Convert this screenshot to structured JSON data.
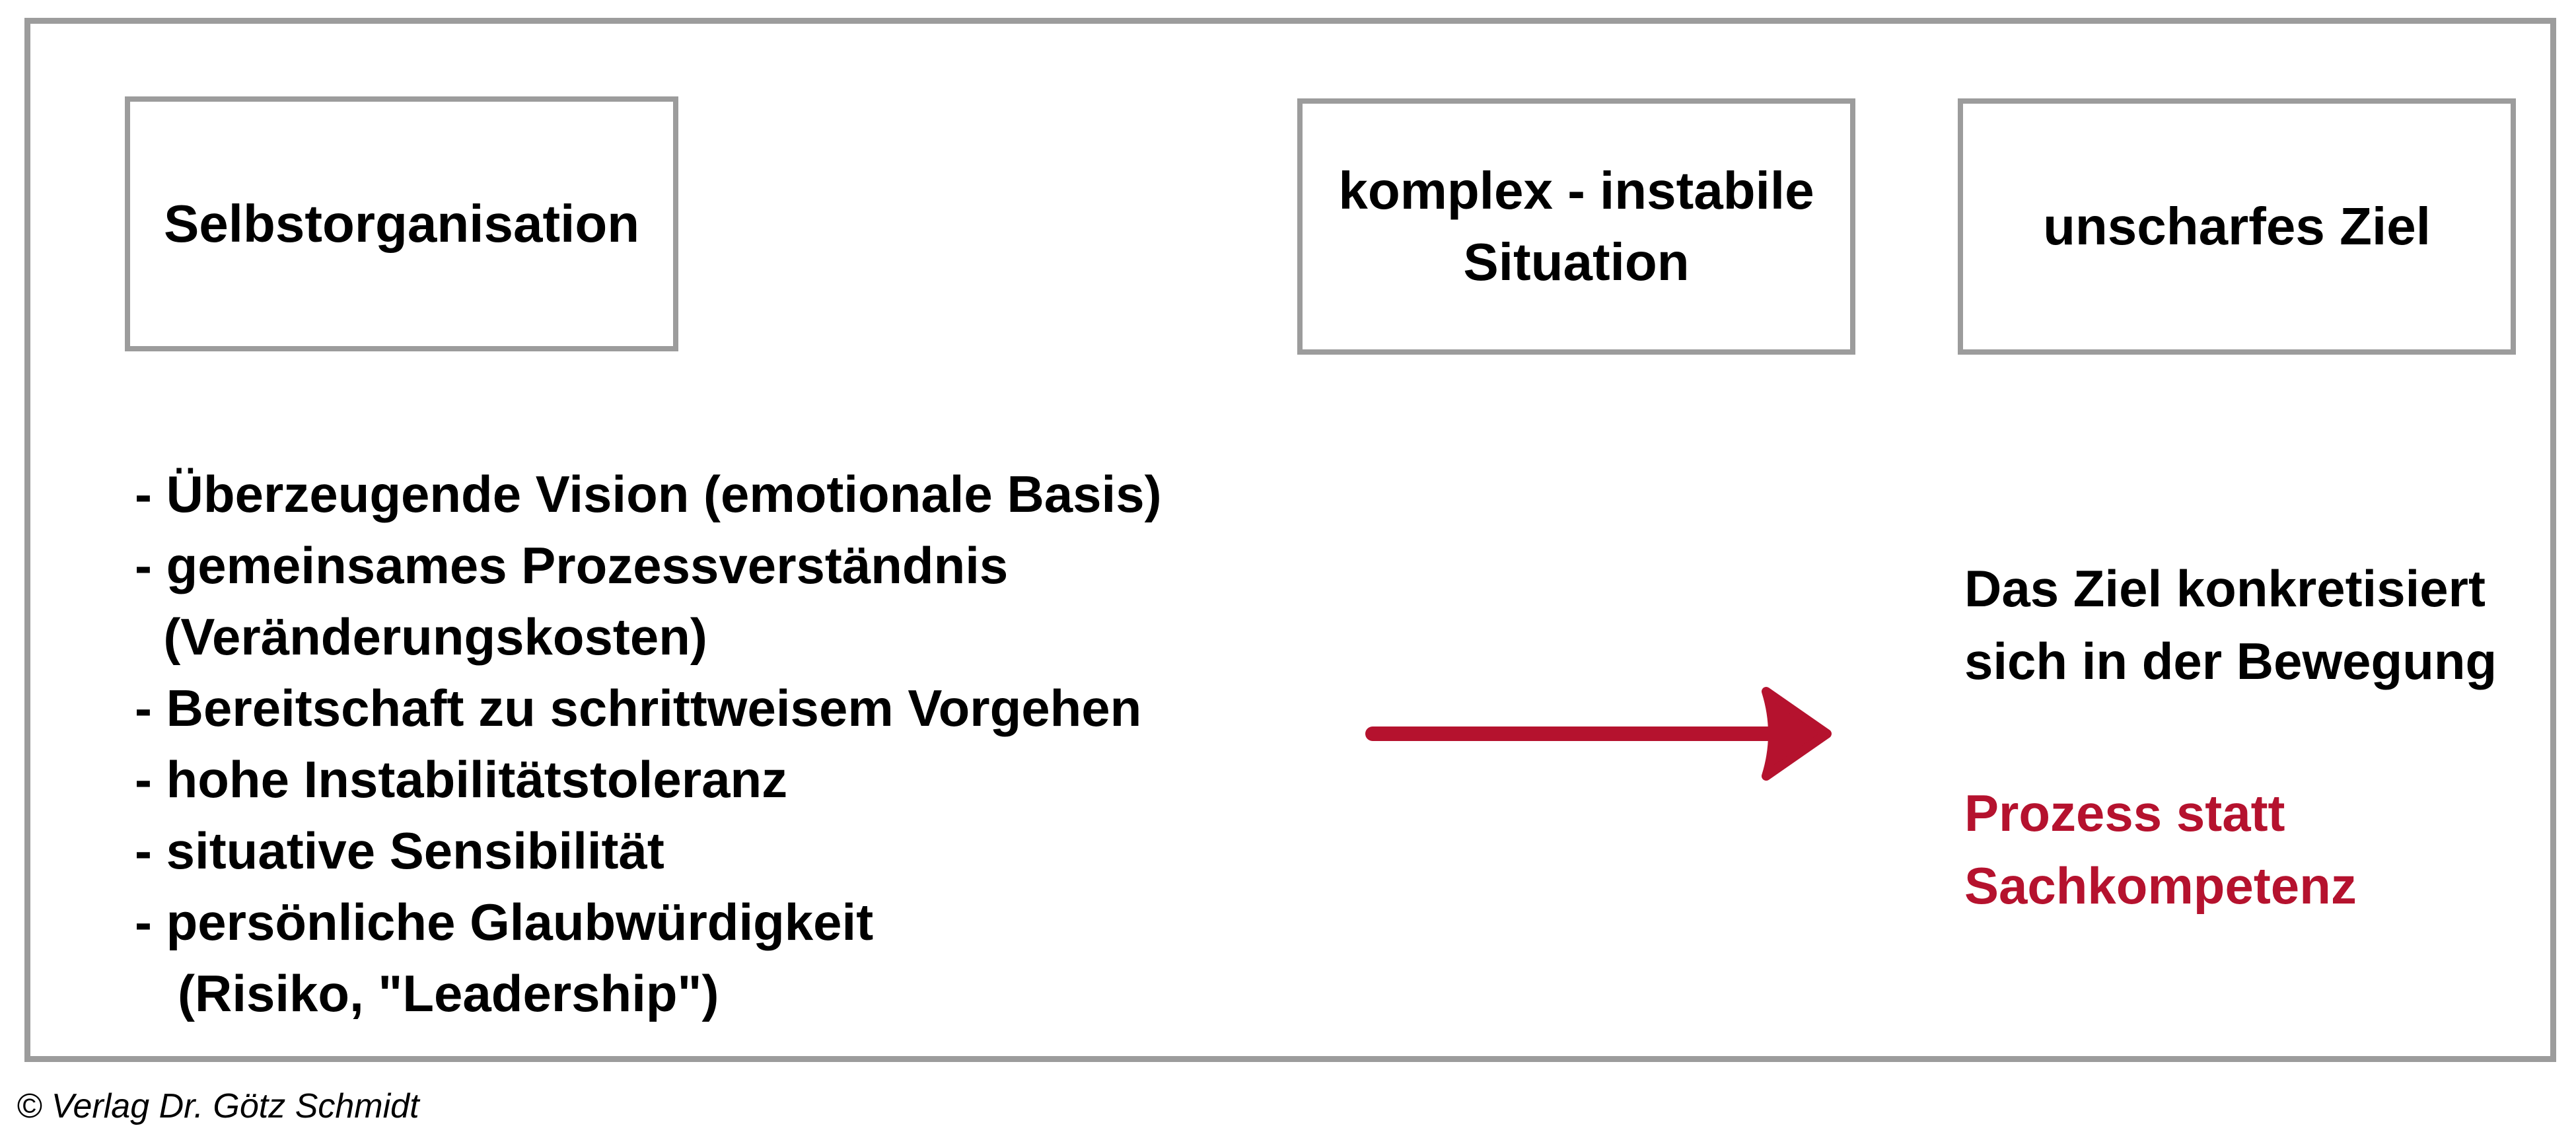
{
  "colors": {
    "accent": "#B5122E",
    "border": "#9C9C9C"
  },
  "boxes": {
    "self_organisation": "Selbstorganisation",
    "complex_situation": "komplex - instabile\nSituation",
    "fuzzy_goal": "unscharfes Ziel"
  },
  "list": {
    "items": [
      "- Überzeugende Vision (emotionale Basis)",
      "- gemeinsames Prozessverständnis",
      "  (Veränderungskosten)",
      "- Bereitschaft zu schrittweisem Vorgehen",
      "- hohe Instabilitätstoleranz",
      "- situative Sensibilität",
      "- persönliche Glaubwürdigkeit",
      "   (Risiko, \"Leadership\")"
    ]
  },
  "right": {
    "statement": "Das Ziel konkretisiert\nsich in der Bewegung",
    "highlight": "Prozess statt\nSachkompetenz"
  },
  "icons": {
    "arrow": "arrow-right-icon"
  },
  "footer": {
    "copyright": "© Verlag Dr. Götz Schmidt"
  }
}
